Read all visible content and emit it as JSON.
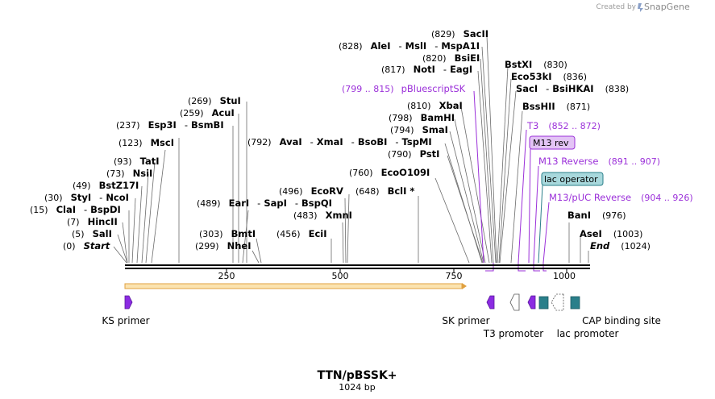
{
  "brand": {
    "created_by": "Created by",
    "logo_text": "SnapGene"
  },
  "plasmid": {
    "name": "TTN/pBSSK+",
    "length_label": "1024 bp",
    "length": 1024
  },
  "ruler_ticks": [
    "250",
    "500",
    "750",
    "1000"
  ],
  "sites": [
    {
      "pos": "(0)",
      "names": [
        "Start"
      ],
      "italic": true,
      "bp": 0
    },
    {
      "pos": "(5)",
      "names": [
        "SalI"
      ],
      "bp": 5
    },
    {
      "pos": "(7)",
      "names": [
        "HincII"
      ],
      "bp": 7
    },
    {
      "pos": "(15)",
      "names": [
        "ClaI",
        "BspDI"
      ],
      "bp": 15
    },
    {
      "pos": "(30)",
      "names": [
        "StyI",
        "NcoI"
      ],
      "bp": 30
    },
    {
      "pos": "(49)",
      "names": [
        "BstZ17I"
      ],
      "bp": 49
    },
    {
      "pos": "(73)",
      "names": [
        "NsiI"
      ],
      "bp": 73
    },
    {
      "pos": "(93)",
      "names": [
        "TatI"
      ],
      "bp": 93
    },
    {
      "pos": "(123)",
      "names": [
        "MscI"
      ],
      "bp": 123
    },
    {
      "pos": "(237)",
      "names": [
        "Esp3I",
        "BsmBI"
      ],
      "bp": 237
    },
    {
      "pos": "(259)",
      "names": [
        "AcuI"
      ],
      "bp": 259
    },
    {
      "pos": "(269)",
      "names": [
        "StuI"
      ],
      "bp": 269
    },
    {
      "pos": "(489)",
      "names": [
        "EarI",
        "SapI",
        "BspQI"
      ],
      "bp": 489
    },
    {
      "pos": "(303)",
      "names": [
        "BmtI"
      ],
      "bp": 303
    },
    {
      "pos": "(299)",
      "names": [
        "NheI"
      ],
      "bp": 299
    },
    {
      "pos": "(456)",
      "names": [
        "EciI"
      ],
      "bp": 456
    },
    {
      "pos": "(483)",
      "names": [
        "XmnI"
      ],
      "bp": 483
    },
    {
      "pos": "(496)",
      "names": [
        "EcoRV"
      ],
      "bp": 496
    },
    {
      "pos": "(648)",
      "names": [
        "BclI *"
      ],
      "bp": 648
    },
    {
      "pos": "(760)",
      "names": [
        "EcoO109I"
      ],
      "bp": 760
    },
    {
      "pos": "(792)",
      "names": [
        "AvaI",
        "XmaI",
        "BsoBI",
        "TspMI"
      ],
      "bp": 792
    },
    {
      "pos": "(790)",
      "names": [
        "PstI"
      ],
      "bp": 790
    },
    {
      "pos": "(794)",
      "names": [
        "SmaI"
      ],
      "bp": 794
    },
    {
      "pos": "(798)",
      "names": [
        "BamHI"
      ],
      "bp": 798
    },
    {
      "pos": "(810)",
      "names": [
        "XbaI"
      ],
      "bp": 810
    },
    {
      "pos": "(817)",
      "names": [
        "NotI",
        "EagI"
      ],
      "bp": 817
    },
    {
      "pos": "(820)",
      "names": [
        "BsiEI"
      ],
      "bp": 820
    },
    {
      "pos": "(828)",
      "names": [
        "AleI",
        "MslI",
        "MspA1I"
      ],
      "bp": 828
    },
    {
      "pos": "(829)",
      "names": [
        "SacII"
      ],
      "bp": 829
    },
    {
      "pos": "(830)",
      "names": [
        "BstXI"
      ],
      "bp": 830,
      "right": true
    },
    {
      "pos": "(836)",
      "names": [
        "Eco53kI"
      ],
      "bp": 836,
      "right": true
    },
    {
      "pos": "(838)",
      "names": [
        "SacI",
        "BsiHKAI"
      ],
      "bp": 838,
      "right": true
    },
    {
      "pos": "(871)",
      "names": [
        "BssHII"
      ],
      "bp": 871,
      "right": true
    },
    {
      "pos": "(976)",
      "names": [
        "BanI"
      ],
      "bp": 976,
      "right": true
    },
    {
      "pos": "(1003)",
      "names": [
        "AseI"
      ],
      "bp": 1003,
      "right": true
    },
    {
      "pos": "(1024)",
      "names": [
        "End"
      ],
      "bp": 1024,
      "right": true,
      "italic": true
    }
  ],
  "primers": [
    {
      "name": "pBluescriptSK",
      "range": "(799 .. 815)",
      "name_first": false
    },
    {
      "name": "T3",
      "range": "(852 .. 872)",
      "name_first": true
    },
    {
      "name": "M13 rev",
      "range": "",
      "boxed": true
    },
    {
      "name": "M13 Reverse",
      "range": "(891 .. 907)",
      "name_first": true
    },
    {
      "name": "lac operator",
      "range": "",
      "boxed": true,
      "teal": true
    },
    {
      "name": "M13/pUC Reverse",
      "range": "(904 .. 926)",
      "name_first": true
    }
  ],
  "features": [
    {
      "name": "KS primer"
    },
    {
      "name": "SK primer"
    },
    {
      "name": "T3 promoter"
    },
    {
      "name": "lac promoter"
    },
    {
      "name": "CAP binding site"
    }
  ],
  "colors": {
    "primer": "#9b30d9",
    "orf_fill": "#fbe3b0",
    "orf_stroke": "#e0a040",
    "teal": "#2a7f8a",
    "lacop_fill": "#a8d8dc"
  }
}
